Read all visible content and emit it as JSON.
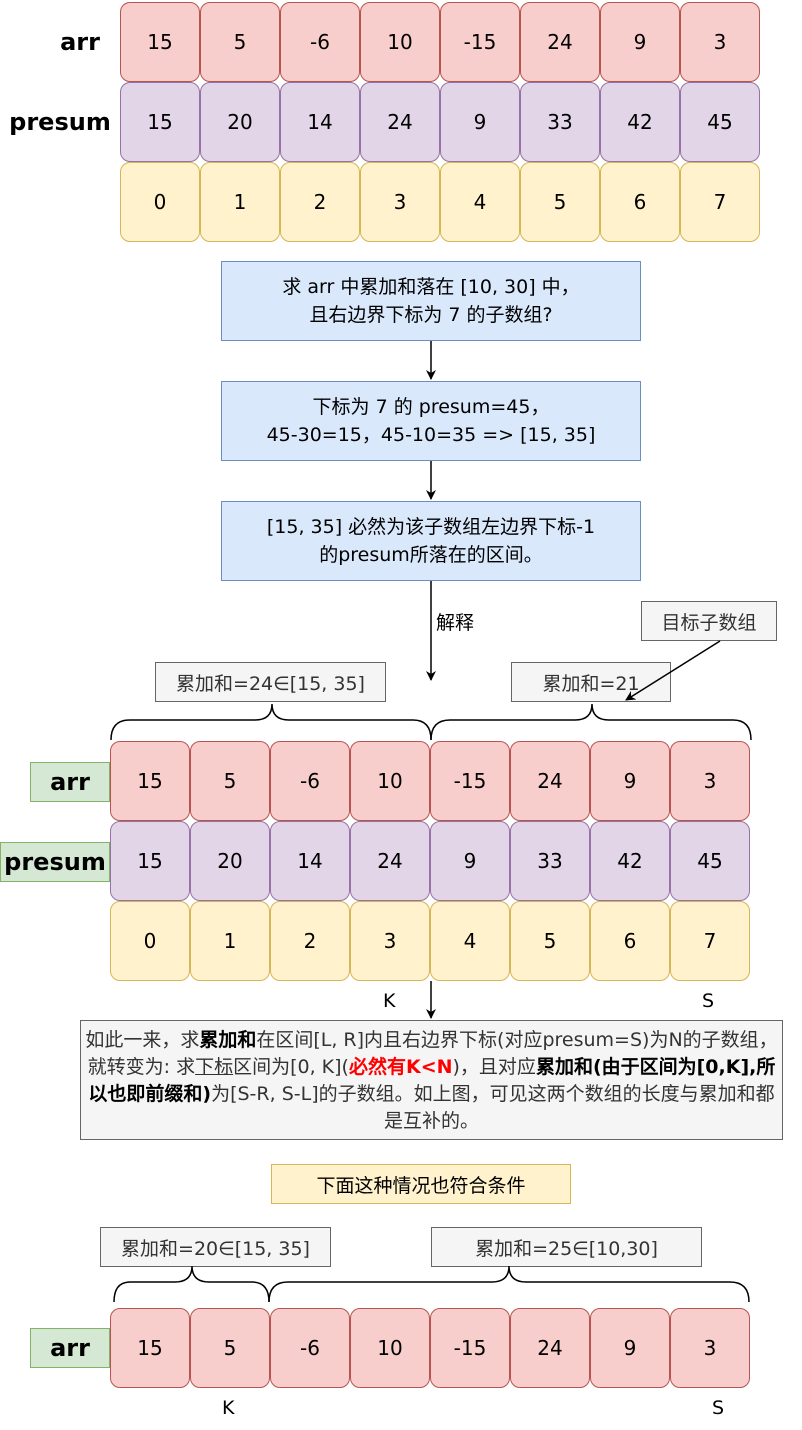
{
  "arr": [
    "15",
    "5",
    "-6",
    "10",
    "-15",
    "24",
    "9",
    "3"
  ],
  "presum": [
    "15",
    "20",
    "14",
    "24",
    "9",
    "33",
    "42",
    "45"
  ],
  "index": [
    "0",
    "1",
    "2",
    "3",
    "4",
    "5",
    "6",
    "7"
  ],
  "labels": {
    "arr": "arr",
    "presum": "presum"
  },
  "steps": {
    "s1_line1": "求 arr 中累加和落在 [10, 30] 中，",
    "s1_line2": "且右边界下标为 7 的子数组?",
    "s2_line1": "下标为 7 的 presum=45，",
    "s2_line2": "45-30=15，45-10=35 => [15, 35]",
    "s3_line1": "[15, 35] 必然为该子数组左边界下标-1",
    "s3_line2": "的presum所落在的区间。"
  },
  "annotations": {
    "explain_arrow": "解释",
    "target_subarray": "目标子数组",
    "sum_left": "累加和=24∈[15, 35]",
    "sum_right": "累加和=21",
    "K": "K",
    "S": "S"
  },
  "explanation": {
    "p1": "如此一来，求",
    "b1": "累加和",
    "p2": "在区间[L, R]内且右边界下标(对应presum=S)为N的子数组，就转变为: 求",
    "u1": "下标",
    "p3": "区间为[0, K](",
    "r1": "必然有K<N",
    "p4": ")，且对应",
    "b2": "累加和(由于区间为[0,K],所以也即前缀和)",
    "p5": "为[S-R, S-L]的子数组。如上图，可见这两个数组的长度与累加和都是互补的。"
  },
  "case2": {
    "title": "下面这种情况也符合条件",
    "sum_left": "累加和=20∈[15, 35]",
    "sum_right": "累加和=25∈[10,30]",
    "K": "K",
    "S": "S"
  }
}
